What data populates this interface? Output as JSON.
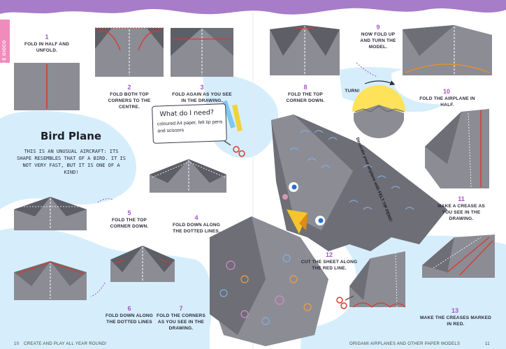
{
  "side_tab": "CREO E GIOCO",
  "title": "Bird Plane",
  "intro": "THIS IS AN UNUSUAL AIRCRAFT: ITS SHAPE RESEMBLES THAT OF A BIRD. IT IS NOT VERY FAST, BUT IT IS ONE OF A KIND!",
  "what_do_i_need": {
    "title": "What do I need?",
    "text": "coloured A4 paper, felt tip pens and scissors"
  },
  "steps": [
    {
      "num": "1",
      "text": "FOLD IN HALF AND UNFOLD."
    },
    {
      "num": "2",
      "text": "FOLD BOTH TOP CORNERS TO THE CENTRE."
    },
    {
      "num": "3",
      "text": "FOLD AGAIN AS YOU SEE IN THE DRAWING."
    },
    {
      "num": "4",
      "text": "FOLD DOWN ALONG THE DOTTED LINES."
    },
    {
      "num": "5",
      "text": "FOLD THE TOP CORNER DOWN."
    },
    {
      "num": "6",
      "text": "FOLD DOWN ALONG THE DOTTED LINES"
    },
    {
      "num": "7",
      "text": "FOLD THE CORNERS AS YOU SEE IN THE DRAWING."
    },
    {
      "num": "8",
      "text": "FOLD THE TOP CORNER DOWN."
    },
    {
      "num": "9",
      "text": "NOW FOLD UP AND TURN THE MODEL."
    },
    {
      "num": "10",
      "text": "FOLD THE AIRPLANE IN HALF."
    },
    {
      "num": "11",
      "text": "MAKE A CREASE AS YOU SEE IN THE DRAWING."
    },
    {
      "num": "12",
      "text": "CUT THE SHEET ALONG THE RED LINE."
    },
    {
      "num": "13",
      "text": "MAKE THE CREASES MARKED IN RED."
    }
  ],
  "turn_label": "TURN!",
  "decorate_text": "Decorate your airplane with FELT-TIP PENS!",
  "footer": {
    "left_num": "10",
    "left_text": "CREATE AND PLAY ALL YEAR ROUND!",
    "right_text": "ORIGAMI AIRPLANES AND OTHER PAPER MODELS",
    "right_num": "11"
  },
  "colors": {
    "purple_band": "#a77cc9",
    "light_blue": "#d6eefb",
    "paper_grey": "#8c8c94",
    "paper_dark": "#5e5e66",
    "fold_red": "#d8392e",
    "sun_yellow": "#fde25a"
  }
}
